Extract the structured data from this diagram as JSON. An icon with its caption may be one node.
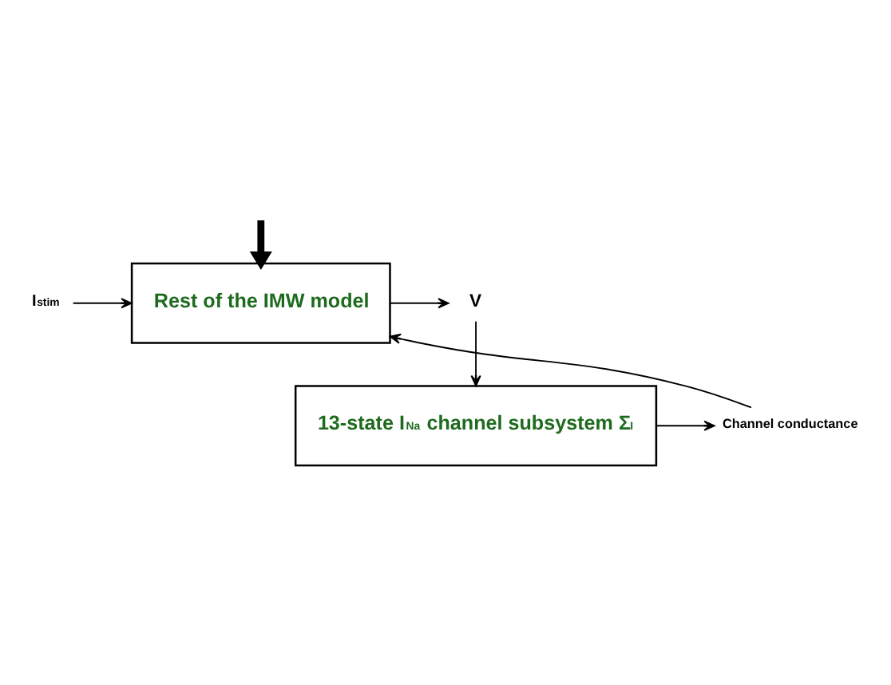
{
  "diagram": {
    "nodes": [
      {
        "text": [
          "Rest of the IMW model"
        ]
      },
      {
        "text": [
          "13-state I$_{Na}$ channel subsystem Σ$_{I}$"
        ]
      },
      {
        "text": [
          "I$_{stim}$"
        ]
      },
      {
        "text": [
          "V"
        ]
      },
      {
        "text": [
          "Channel conductance"
        ]
      }
    ],
    "edges": [
      {
        "from": null,
        "to": 0,
        "arrow": "to",
        "style": "thick"
      },
      {
        "from": 2,
        "to": 0,
        "arrow": "to"
      },
      {
        "from": 0,
        "to": 3,
        "arrow": "to"
      },
      {
        "from": 3,
        "to": 1,
        "arrow": "to"
      },
      {
        "from": 1,
        "to": 4,
        "arrow": "to"
      },
      {
        "from": 4,
        "to": 0,
        "arrow": "to"
      }
    ]
  }
}
